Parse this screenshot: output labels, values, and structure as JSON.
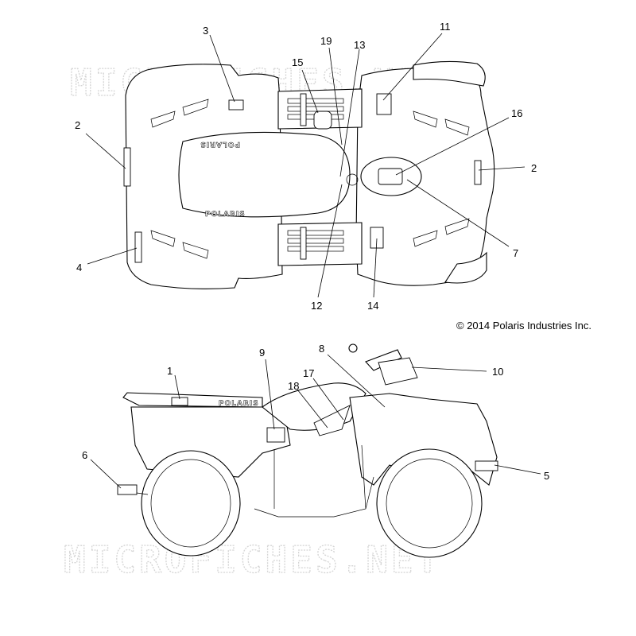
{
  "watermark": {
    "top": "MICROFICHES.NET",
    "bottom": "MICROFICHES.NET"
  },
  "copyright": "© 2014 Polaris Industries Inc.",
  "logos": {
    "hood": "POLARIS",
    "rear_rack": "POLARIS"
  },
  "callouts": {
    "c1": "1",
    "c2_left": "2",
    "c2_right": "2",
    "c3": "3",
    "c4": "4",
    "c5": "5",
    "c6": "6",
    "c7": "7",
    "c8": "8",
    "c9": "9",
    "c10": "10",
    "c11": "11",
    "c12": "12",
    "c13": "13",
    "c14": "14",
    "c15": "15",
    "c16": "16",
    "c17": "17",
    "c18": "18",
    "c19": "19"
  }
}
